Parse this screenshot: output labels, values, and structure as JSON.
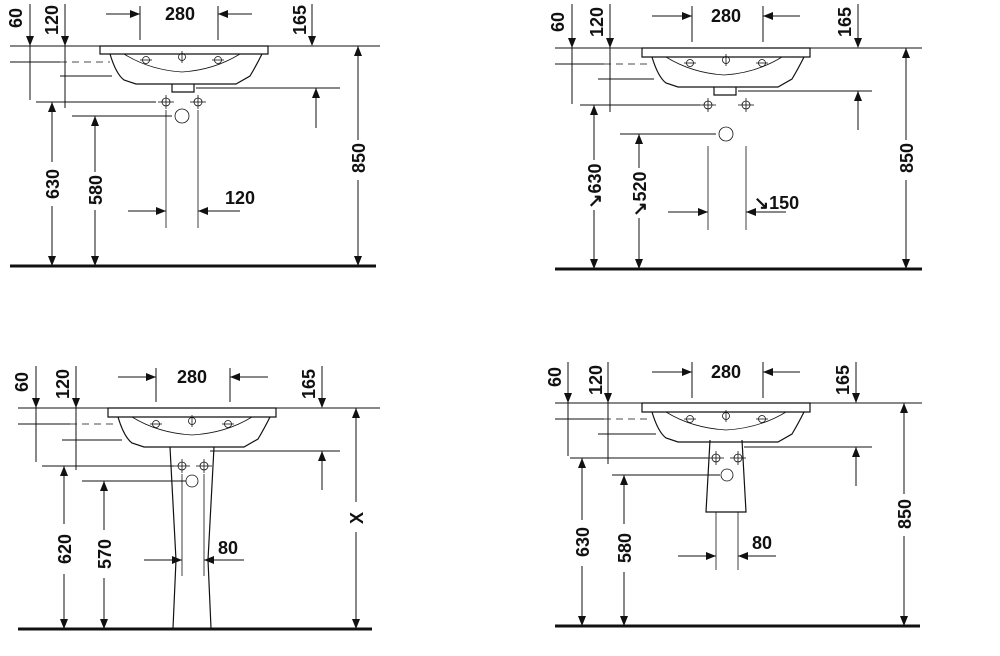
{
  "views": [
    {
      "name": "wall-mounted-with-siphon-120",
      "dims": {
        "overflow_depth": "60",
        "tap_hole_offset": "120",
        "tap_spacing": "280",
        "bowl_depth": "165",
        "rim_height": "850",
        "waste_height": "630",
        "supply_height": "580",
        "supply_spacing": "120"
      }
    },
    {
      "name": "wall-mounted-with-siphon-150",
      "dims": {
        "overflow_depth": "60",
        "tap_hole_offset": "120",
        "tap_spacing": "280",
        "bowl_depth": "165",
        "rim_height": "850",
        "waste_height": "↘630",
        "supply_height": "↘520",
        "supply_spacing": "↘150"
      }
    },
    {
      "name": "with-pedestal",
      "dims": {
        "overflow_depth": "60",
        "tap_hole_offset": "120",
        "tap_spacing": "280",
        "bowl_depth": "165",
        "rim_height": "X",
        "waste_height": "620",
        "supply_height": "570",
        "supply_spacing": "80"
      }
    },
    {
      "name": "with-semi-pedestal",
      "dims": {
        "overflow_depth": "60",
        "tap_hole_offset": "120",
        "tap_spacing": "280",
        "bowl_depth": "165",
        "rim_height": "850",
        "waste_height": "630",
        "supply_height": "580",
        "supply_spacing": "80"
      }
    }
  ]
}
